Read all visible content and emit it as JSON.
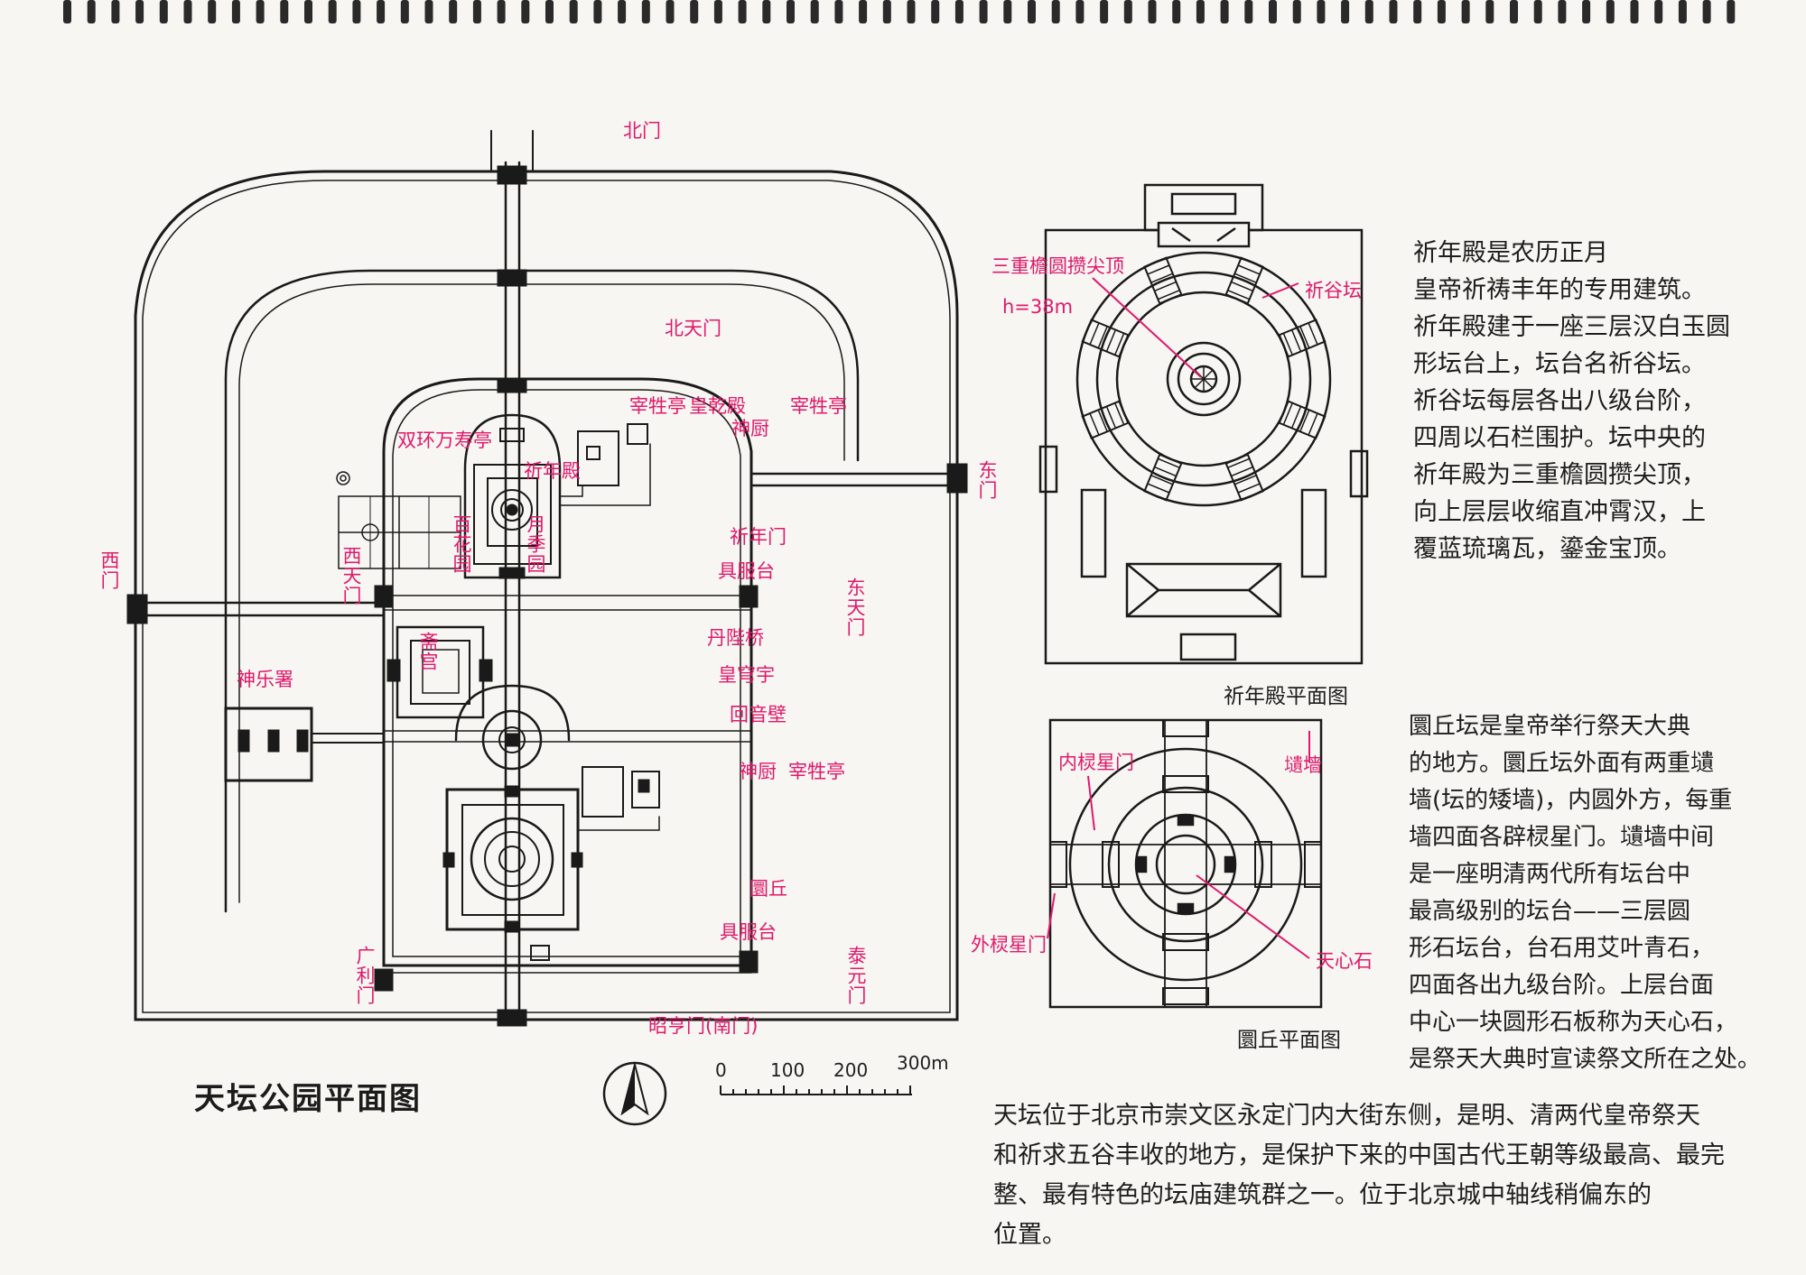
{
  "map_title": "天坛公园平面图",
  "park_gates": {
    "north": "北门",
    "east": "东门",
    "west": "西门",
    "south": "昭亨门(南门)"
  },
  "inner_gates": {
    "north_heaven": "北天门",
    "east_heaven": "东天门",
    "west_heaven": "西天门",
    "taiyuan": "泰元门",
    "guangli": "广利门"
  },
  "buildings": {
    "huangqian": "皇乾殿",
    "qinian": "祈年殿",
    "qinian_gate": "祈年门",
    "juyi_north": "具服台",
    "danbi_bridge": "丹陛桥",
    "huangqiongyu": "皇穹宇",
    "echo_wall": "回音壁",
    "circular_mound": "圜丘",
    "juyi_south": "具服台",
    "shenchu_north": "神厨",
    "zaisheng_north": "宰牲亭",
    "shenchu_south": "神厨",
    "zaisheng_south": "宰牲亭",
    "shuanghuan": "双环万寿亭",
    "baihua": "百花园",
    "yuehua": "月季园",
    "zhaigong": "斋宫",
    "shenyue": "神乐署"
  },
  "scale": {
    "ticks": [
      "0",
      "100",
      "200",
      "300m"
    ]
  },
  "qinian_plan": {
    "caption": "祈年殿平面图",
    "roof_label": "三重檐圆攒尖顶",
    "height_label": "h=38m",
    "altar_label": "祈谷坛"
  },
  "mound_plan": {
    "caption": "圜丘平面图",
    "inner_gate": "内棂星门",
    "outer_gate": "外棂星门",
    "wall": "壝墙",
    "center_stone": "天心石"
  },
  "notes": {
    "qinian": "祈年殿是农历正月\n皇帝祈祷丰年的专用建筑。\n祈年殿建于一座三层汉白玉圆\n形坛台上，坛台名祈谷坛。\n祈谷坛每层各出八级台阶，\n四周以石栏围护。坛中央的\n祈年殿为三重檐圆攒尖顶，\n向上层层收缩直冲霄汉，上\n覆蓝琉璃瓦，鎏金宝顶。",
    "mound": "圜丘坛是皇帝举行祭天大典\n的地方。圜丘坛外面有两重壝\n墙(坛的矮墙)，内圆外方，每重\n墙四面各辟棂星门。壝墙中间\n是一座明清两代所有坛台中\n最高级别的坛台——三层圆\n形石坛台，台石用艾叶青石，\n四面各出九级台阶。上层台面\n中心一块圆形石板称为天心石，\n是祭天大典时宣读祭文所在之处。",
    "park": "天坛位于北京市崇文区永定门内大街东侧，是明、清两代皇帝祭天\n和祈求五谷丰收的地方，是保护下来的中国古代王朝等级最高、最完\n整、最有特色的坛庙建筑群之一。位于北京城中轴线稍偏东的\n位置。"
  },
  "colors": {
    "ink": "#1a1a1a",
    "label": "#e0196b",
    "paper": "#f7f6f2"
  }
}
